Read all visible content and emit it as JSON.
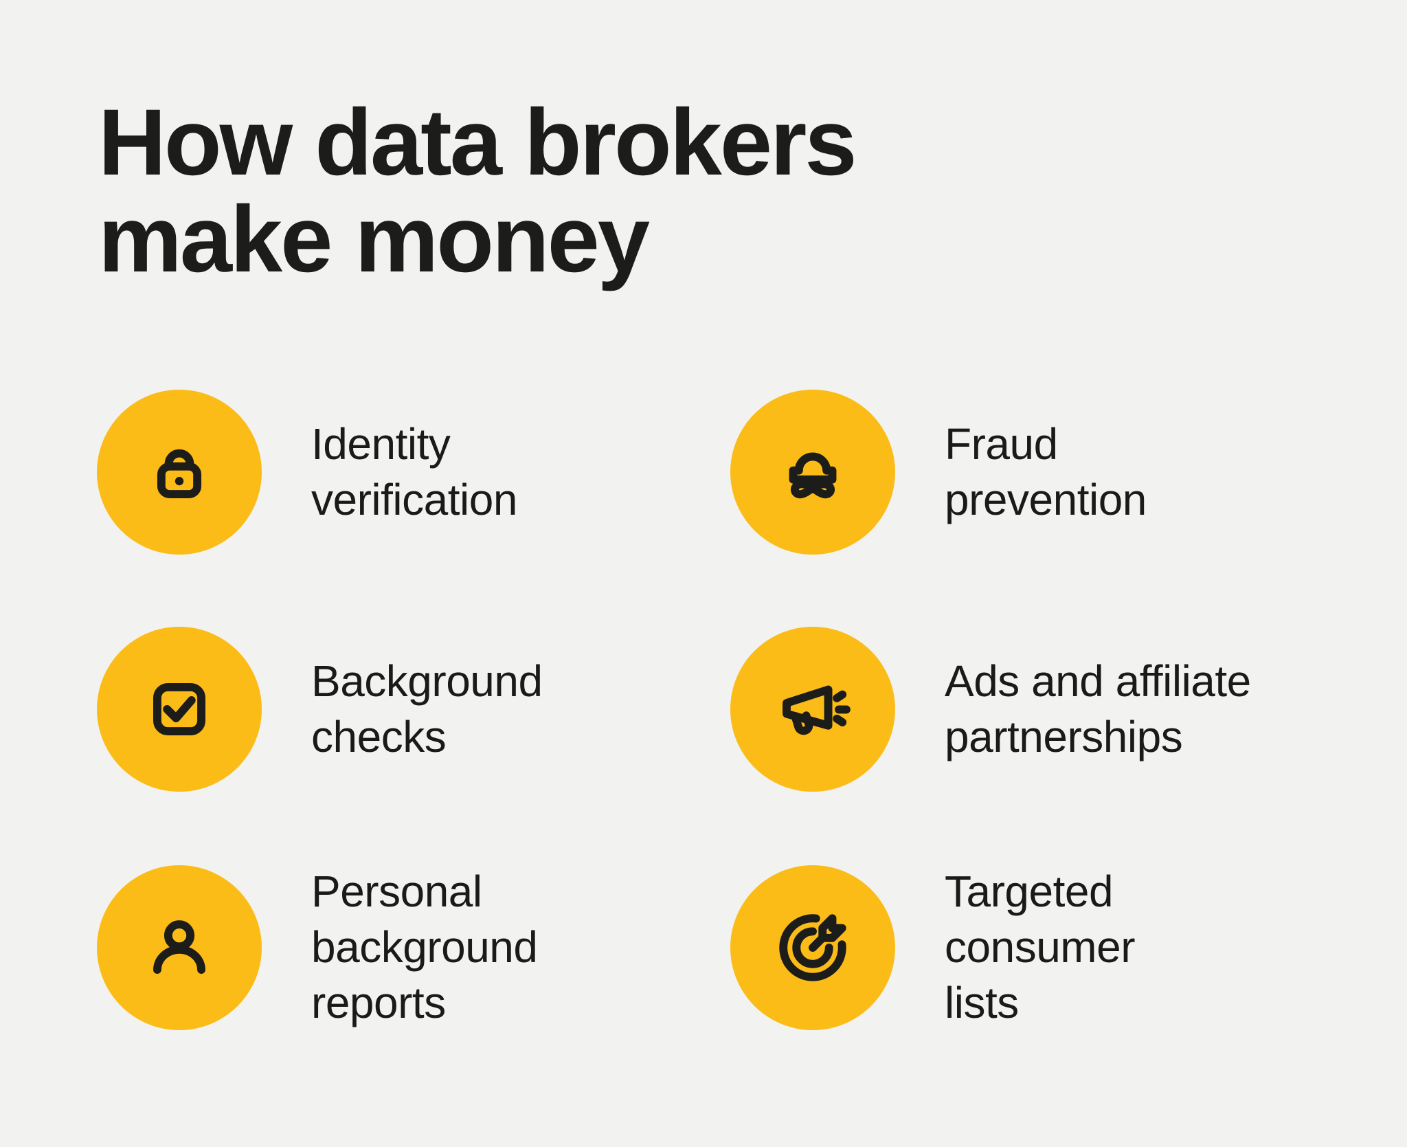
{
  "colors": {
    "background": "#F2F2F0",
    "badge_yellow": "#FBBC17",
    "ink": "#1C1C1A"
  },
  "title": "How data brokers\nmake money",
  "items": [
    {
      "icon": "lock-icon",
      "label": "Identity\nverification"
    },
    {
      "icon": "burglar-icon",
      "label": "Fraud\nprevention"
    },
    {
      "icon": "checkbox-icon",
      "label": "Background\nchecks"
    },
    {
      "icon": "megaphone-icon",
      "label": "Ads and affiliate\npartnerships"
    },
    {
      "icon": "person-icon",
      "label": "Personal\nbackground\nreports"
    },
    {
      "icon": "target-icon",
      "label": "Targeted\nconsumer\nlists"
    }
  ]
}
